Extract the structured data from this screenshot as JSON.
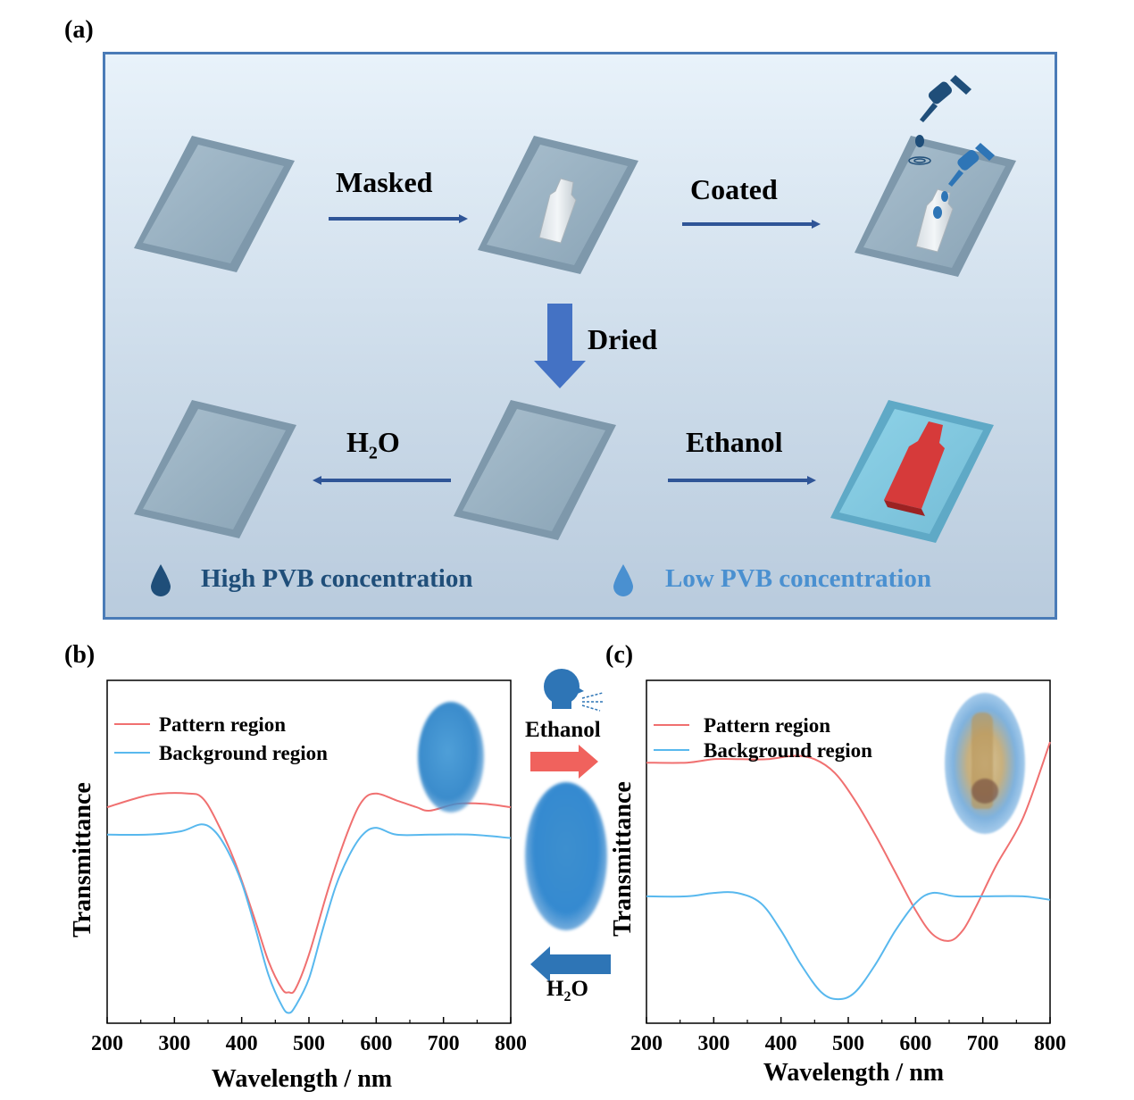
{
  "labels": {
    "a": "(a)",
    "b": "(b)",
    "c": "(c)"
  },
  "schematic": {
    "steps": {
      "masked": "Masked",
      "coated": "Coated",
      "dried": "Dried",
      "water": "H",
      "water_sub": "2",
      "water_tail": "O",
      "ethanol": "Ethanol"
    },
    "legend": {
      "high": "High PVB concentration",
      "low": "Low PVB concentration"
    },
    "colors": {
      "frame": "#4a7bb7",
      "arrow": "#2f5597",
      "high_drop": "#1f4e79",
      "low_drop": "#4a90d0",
      "pattern": "#d63a3a"
    }
  },
  "switch": {
    "top_label": "Ethanol",
    "bottom_label": "H",
    "bottom_sub": "2",
    "bottom_tail": "O",
    "colors": {
      "forward": "#f0625d",
      "back": "#2e75b6"
    }
  },
  "chart_data": [
    {
      "type": "line",
      "panel": "b",
      "xlabel": "Wavelength / nm",
      "ylabel": "Transmittance",
      "xlim": [
        200,
        800
      ],
      "ylim": [
        0,
        1
      ],
      "xticks": [
        "200",
        "300",
        "400",
        "500",
        "600",
        "700",
        "800"
      ],
      "grid": false,
      "legend_position": "top-left",
      "series": [
        {
          "name": "Pattern region",
          "color": "#f07070",
          "x": [
            200,
            250,
            280,
            320,
            340,
            360,
            390,
            420,
            440,
            460,
            470,
            480,
            500,
            530,
            560,
            580,
            600,
            630,
            660,
            680,
            720,
            760,
            800
          ],
          "y": [
            0.63,
            0.66,
            0.67,
            0.67,
            0.66,
            0.6,
            0.47,
            0.3,
            0.18,
            0.1,
            0.09,
            0.1,
            0.2,
            0.4,
            0.57,
            0.65,
            0.67,
            0.65,
            0.63,
            0.62,
            0.64,
            0.64,
            0.63
          ]
        },
        {
          "name": "Background region",
          "color": "#58b8ee",
          "x": [
            200,
            260,
            310,
            340,
            360,
            380,
            400,
            420,
            440,
            460,
            470,
            480,
            500,
            520,
            540,
            560,
            580,
            600,
            630,
            680,
            740,
            800
          ],
          "y": [
            0.55,
            0.55,
            0.56,
            0.58,
            0.56,
            0.5,
            0.41,
            0.28,
            0.14,
            0.05,
            0.03,
            0.05,
            0.13,
            0.27,
            0.4,
            0.49,
            0.55,
            0.57,
            0.55,
            0.55,
            0.55,
            0.54
          ]
        }
      ]
    },
    {
      "type": "line",
      "panel": "c",
      "xlabel": "Wavelength / nm",
      "ylabel": "Transmittance",
      "xlim": [
        200,
        800
      ],
      "ylim": [
        0,
        1
      ],
      "xticks": [
        "200",
        "300",
        "400",
        "500",
        "600",
        "700",
        "800"
      ],
      "grid": false,
      "legend_position": "top-left",
      "series": [
        {
          "name": "Pattern region",
          "color": "#f07070",
          "x": [
            200,
            260,
            300,
            340,
            380,
            420,
            450,
            480,
            510,
            540,
            570,
            600,
            625,
            650,
            670,
            690,
            720,
            760,
            800
          ],
          "y": [
            0.76,
            0.76,
            0.77,
            0.77,
            0.77,
            0.78,
            0.77,
            0.73,
            0.65,
            0.55,
            0.44,
            0.33,
            0.26,
            0.24,
            0.27,
            0.34,
            0.46,
            0.6,
            0.82
          ]
        },
        {
          "name": "Background region",
          "color": "#58b8ee",
          "x": [
            200,
            260,
            300,
            335,
            370,
            400,
            430,
            460,
            485,
            510,
            540,
            570,
            600,
            625,
            660,
            700,
            760,
            800
          ],
          "y": [
            0.37,
            0.37,
            0.38,
            0.38,
            0.35,
            0.27,
            0.17,
            0.09,
            0.07,
            0.09,
            0.17,
            0.27,
            0.35,
            0.38,
            0.37,
            0.37,
            0.37,
            0.36
          ]
        }
      ]
    }
  ]
}
